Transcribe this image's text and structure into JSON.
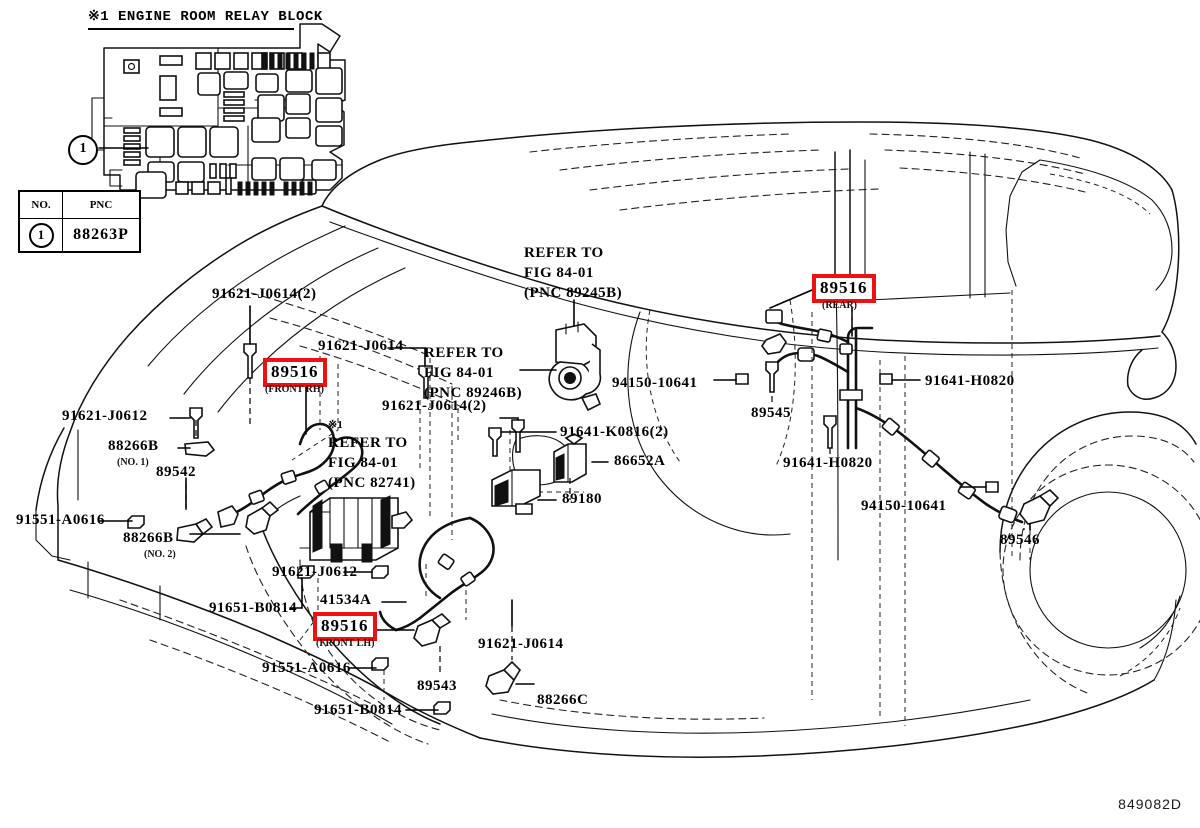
{
  "diagram": {
    "drawing_number": "849082D",
    "relay_block": {
      "title": "※1 ENGINE ROOM RELAY BLOCK",
      "callout_number": "1"
    },
    "pnc_table": {
      "headers": [
        "NO.",
        "PNC"
      ],
      "rows": [
        {
          "no": "1",
          "pnc": "88263P"
        }
      ]
    },
    "highlights": [
      {
        "id": "front-rh",
        "part": "89516",
        "qualifier": "(FRONT RH)",
        "color": "#ee1111"
      },
      {
        "id": "rear",
        "part": "89516",
        "qualifier": "(REAR)",
        "color": "#ee1111"
      },
      {
        "id": "front-lh",
        "part": "89516",
        "qualifier": "(FRONT LH)",
        "color": "#ee1111"
      }
    ],
    "labels": [
      {
        "id": "l-91621-j0614-2-top",
        "text": "91621-J0614(2)"
      },
      {
        "id": "l-91621-j0614-top",
        "text": "91621-J0614"
      },
      {
        "id": "l-refer-89245b",
        "line1": "REFER TO",
        "line2": "FIG 84-01",
        "line3": "(PNC 89245B)"
      },
      {
        "id": "l-refer-89246b",
        "line1": "REFER TO",
        "line2": "FIG 84-01",
        "line3": "(PNC 89246B)"
      },
      {
        "id": "l-refer-82741",
        "marker": "※1",
        "line1": "REFER TO",
        "line2": "FIG 84-01",
        "line3": "(PNC 82741)"
      },
      {
        "id": "l-91621-j0612-upper",
        "text": "91621-J0612"
      },
      {
        "id": "l-88266b-no1",
        "text": "88266B",
        "sub": "(NO. 1)"
      },
      {
        "id": "l-89542",
        "text": "89542"
      },
      {
        "id": "l-91551-a0616-upper",
        "text": "91551-A0616"
      },
      {
        "id": "l-88266b-no2",
        "text": "88266B",
        "sub": "(NO. 2)"
      },
      {
        "id": "l-91621-j0614-2-mid",
        "text": "91621-J0614(2)"
      },
      {
        "id": "l-91641-k0816-2",
        "text": "91641-K0816(2)"
      },
      {
        "id": "l-86652a",
        "text": "86652A"
      },
      {
        "id": "l-89180",
        "text": "89180"
      },
      {
        "id": "l-91621-j0612-lower",
        "text": "91621-J0612"
      },
      {
        "id": "l-41534a",
        "text": "41534A"
      },
      {
        "id": "l-91651-b0814-upper",
        "text": "91651-B0814"
      },
      {
        "id": "l-91551-a0616-lower",
        "text": "91551-A0616"
      },
      {
        "id": "l-91651-b0814-lower",
        "text": "91651-B0814"
      },
      {
        "id": "l-89543",
        "text": "89543"
      },
      {
        "id": "l-88266c",
        "text": "88266C"
      },
      {
        "id": "l-91621-j0614-bottom",
        "text": "91621-J0614"
      },
      {
        "id": "l-94150-10641-upper",
        "text": "94150-10641"
      },
      {
        "id": "l-89545",
        "text": "89545"
      },
      {
        "id": "l-91641-h0820-right",
        "text": "91641-H0820"
      },
      {
        "id": "l-91641-h0820-lower",
        "text": "91641-H0820"
      },
      {
        "id": "l-94150-10641-lower",
        "text": "94150-10641"
      },
      {
        "id": "l-89546",
        "text": "89546"
      }
    ]
  }
}
